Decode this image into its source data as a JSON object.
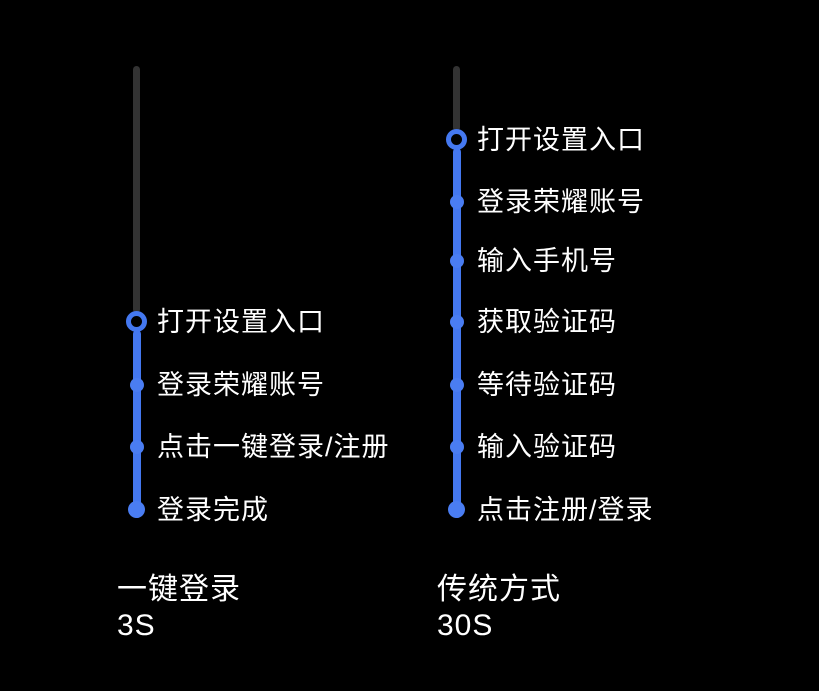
{
  "colors": {
    "background": "#000000",
    "accent_blue": "#4478f0",
    "track_gray": "#333333",
    "text": "#ffffff"
  },
  "left_timeline": {
    "items": [
      {
        "label": "打开设置入口"
      },
      {
        "label": "登录荣耀账号"
      },
      {
        "label": "点击一键登录/注册"
      },
      {
        "label": "登录完成"
      }
    ],
    "caption": "一键登录",
    "duration": "3S"
  },
  "right_timeline": {
    "items": [
      {
        "label": "打开设置入口"
      },
      {
        "label": "登录荣耀账号"
      },
      {
        "label": "输入手机号"
      },
      {
        "label": "获取验证码"
      },
      {
        "label": "等待验证码"
      },
      {
        "label": "输入验证码"
      },
      {
        "label": "点击注册/登录"
      }
    ],
    "caption": "传统方式",
    "duration": "30S"
  }
}
